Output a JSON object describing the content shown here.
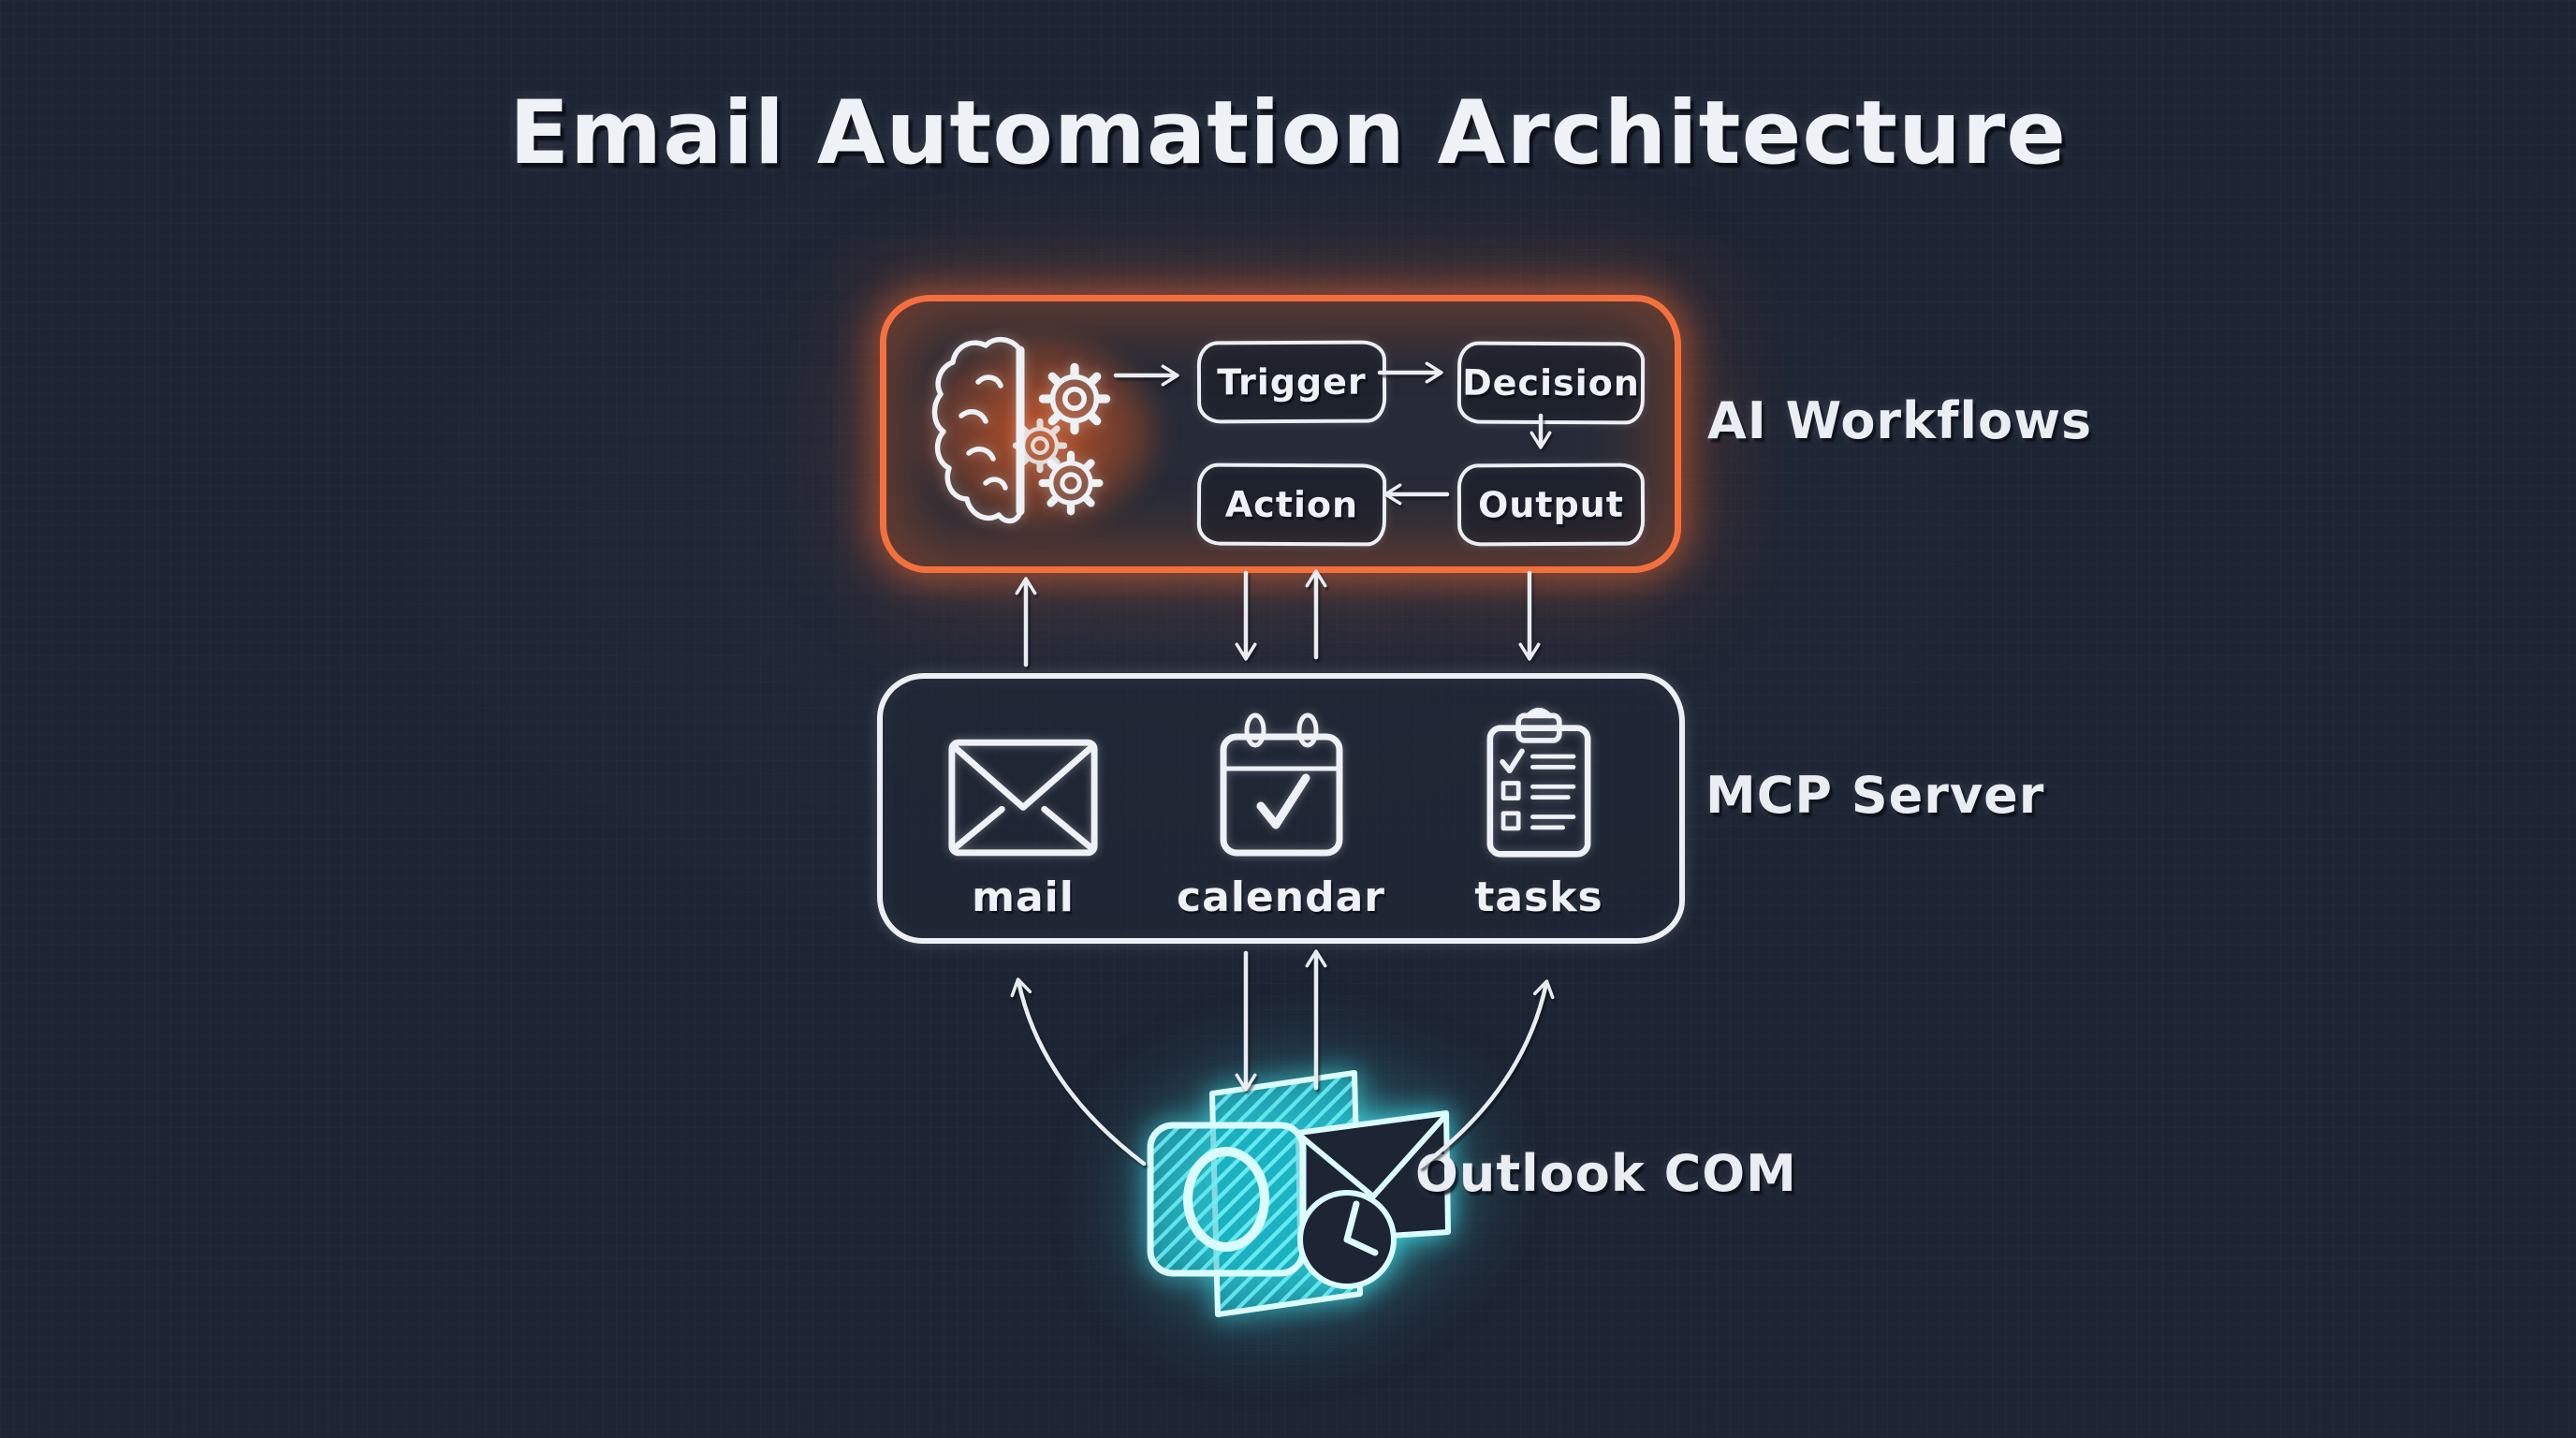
{
  "title": "Email Automation Architecture",
  "colors": {
    "background": "#1d2433",
    "sketch_white": "#eceff4",
    "accent_orange": "#f3703e",
    "accent_cyan": "#3ee4ee"
  },
  "ai_workflows": {
    "label": "AI Workflows",
    "icon": "brain-gears-icon",
    "nodes": {
      "trigger": "Trigger",
      "decision": "Decision",
      "action": "Action",
      "output": "Output"
    }
  },
  "mcp_server": {
    "label": "MCP Server",
    "items": [
      {
        "icon": "mail-icon",
        "label": "mail"
      },
      {
        "icon": "calendar-icon",
        "label": "calendar"
      },
      {
        "icon": "tasks-icon",
        "label": "tasks"
      }
    ]
  },
  "outlook": {
    "label": "Outlook COM",
    "icon": "outlook-icon"
  }
}
